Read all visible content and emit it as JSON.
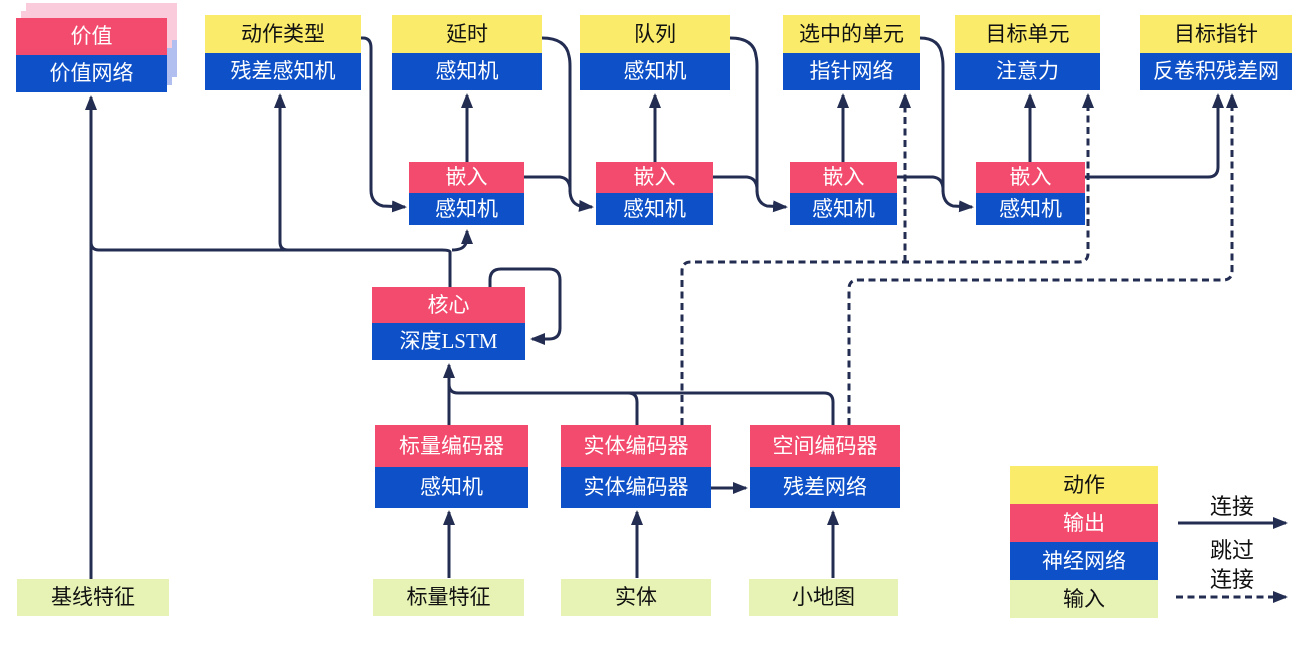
{
  "diagram_title": "agent-architecture-diagram",
  "heads": [
    {
      "action": "价值",
      "network": "价值网络"
    },
    {
      "action": "动作类型",
      "network": "残差感知机"
    },
    {
      "action": "延时",
      "network": "感知机"
    },
    {
      "action": "队列",
      "network": "感知机"
    },
    {
      "action": "选中的单元",
      "network": "指针网络"
    },
    {
      "action": "目标单元",
      "network": "注意力"
    },
    {
      "action": "目标指针",
      "network": "反卷积残差网"
    }
  ],
  "embeddings": [
    {
      "top": "嵌入",
      "bottom": "感知机"
    },
    {
      "top": "嵌入",
      "bottom": "感知机"
    },
    {
      "top": "嵌入",
      "bottom": "感知机"
    },
    {
      "top": "嵌入",
      "bottom": "感知机"
    }
  ],
  "core": {
    "top": "核心",
    "bottom": "深度LSTM"
  },
  "encoders": [
    {
      "top": "标量编码器",
      "bottom": "感知机"
    },
    {
      "top": "实体编码器",
      "bottom": "实体编码器"
    },
    {
      "top": "空间编码器",
      "bottom": "残差网络"
    }
  ],
  "inputs": [
    {
      "label": "基线特征"
    },
    {
      "label": "标量特征"
    },
    {
      "label": "实体"
    },
    {
      "label": "小地图"
    }
  ],
  "legend": {
    "rows": [
      {
        "label": "动作"
      },
      {
        "label": "输出"
      },
      {
        "label": "神经网络"
      },
      {
        "label": "输入"
      }
    ],
    "solid_label": "连接",
    "dashed_label_line1": "跳过",
    "dashed_label_line2": "连接"
  },
  "colors": {
    "action_yellow": "#FAEC6A",
    "output_red": "#F24B6D",
    "network_blue": "#0D50C8",
    "input_green": "#E6F3B5",
    "wire_navy": "#232D52",
    "sheet_pink": "#FACBDA",
    "sheet_blue": "#B0BFEF"
  }
}
